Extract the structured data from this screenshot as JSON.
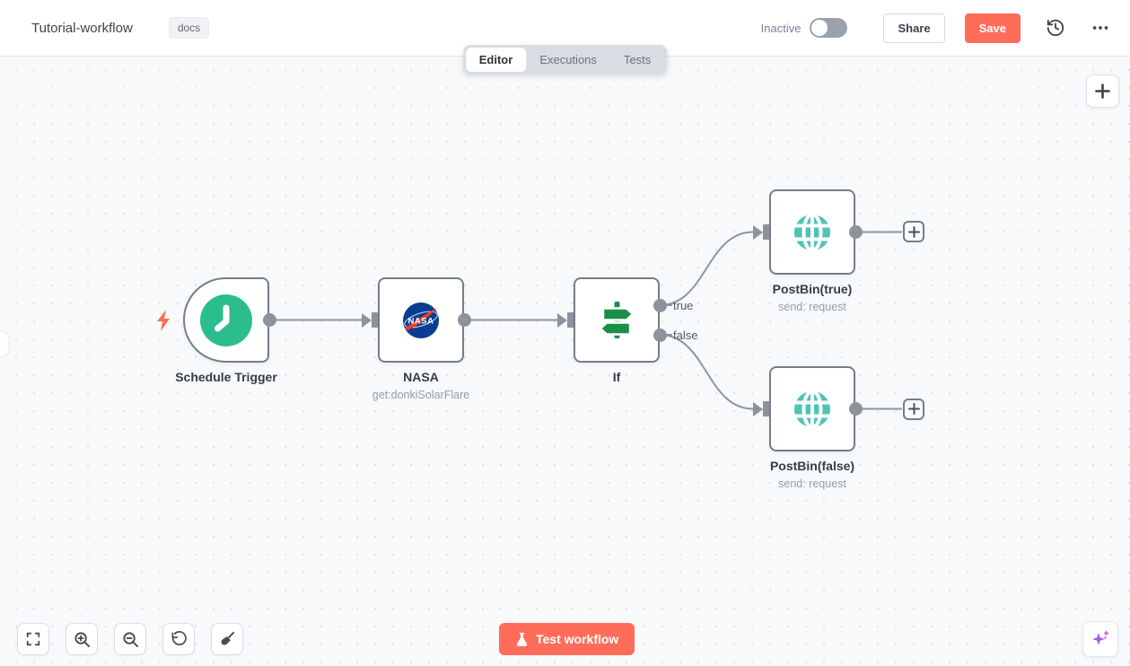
{
  "header": {
    "title": "Tutorial-workflow",
    "badge": "docs",
    "status_label": "Inactive",
    "share_label": "Share",
    "save_label": "Save"
  },
  "tabs": {
    "editor": "Editor",
    "executions": "Executions",
    "tests": "Tests"
  },
  "nodes": {
    "schedule": {
      "label": "Schedule Trigger"
    },
    "nasa": {
      "label": "NASA",
      "subtitle": "get:donkiSolarFlare",
      "logo_text": "NASA"
    },
    "if": {
      "label": "If",
      "outputs": {
        "true": "true",
        "false": "false"
      }
    },
    "postbin_true": {
      "label": "PostBin(true)",
      "subtitle": "send: request"
    },
    "postbin_false": {
      "label": "PostBin(false)",
      "subtitle": "send: request"
    }
  },
  "footer": {
    "test_button": "Test workflow"
  },
  "colors": {
    "accent": "#ff6d5a",
    "schedule_green": "#2cbd8e",
    "if_green": "#1b8f47",
    "globe_teal": "#4fc3b4",
    "nasa_blue": "#0b3d91",
    "nasa_red": "#fc3d21",
    "wire_gray": "#8f949d"
  }
}
